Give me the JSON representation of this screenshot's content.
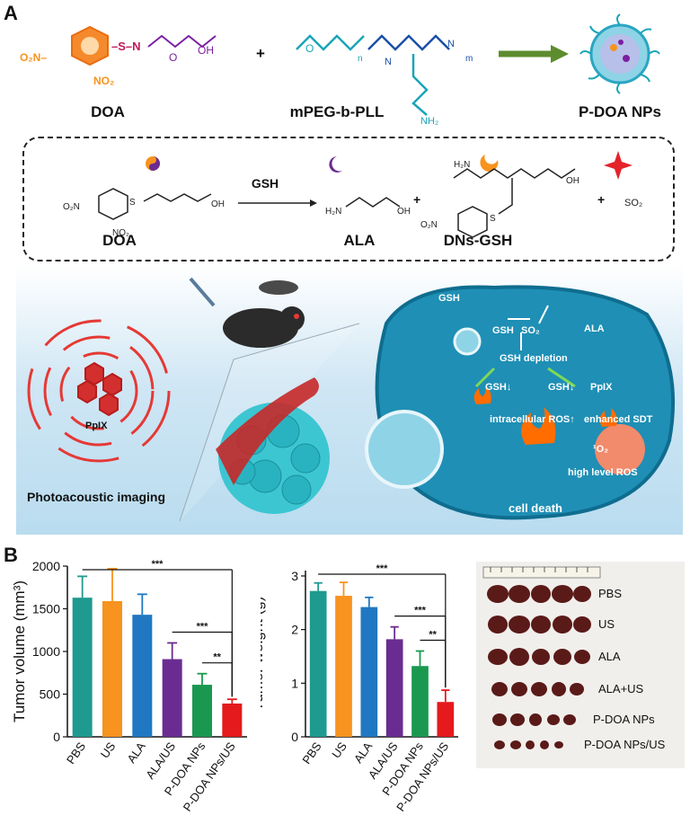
{
  "panel_a": {
    "letter": "A",
    "doa_label": "DOA",
    "plus": "+",
    "polymer_label": "mPEG-b-PLL",
    "nps_label": "P-DOA NPs",
    "scheme": {
      "reagent": "GSH",
      "doa": "DOA",
      "ala": "ALA",
      "dns_gsh": "DNs-GSH",
      "so2": "SO₂",
      "plus": "+"
    },
    "pa_label": "Photoacoustic imaging",
    "ppix_label": "PpIX",
    "cell_labels": {
      "gsh_top": "GSH",
      "gsh_so2_gsh": "GSH",
      "gsh_so2_so2": "SO₂",
      "ala": "ALA",
      "ppix": "PpIX",
      "gsh_depletion": "GSH depletion",
      "gsh_down_1": "GSH↓",
      "gsh_down_2": "GSH↓",
      "intracellular_ros": "intracellular ROS↑",
      "enhanced_sdt": "enhanced SDT",
      "singlet_o2": "¹O₂",
      "high_level_ros": "high level ROS",
      "cell_death": "cell death"
    }
  },
  "panel_b": {
    "letter": "B",
    "photo_rows": [
      "PBS",
      "US",
      "ALA",
      "ALA+US",
      "P-DOA NPs",
      "P-DOA NPs/US"
    ]
  },
  "chart_data": [
    {
      "type": "bar",
      "ylabel": "Tumor volume (mm³)",
      "categories": [
        "PBS",
        "US",
        "ALA",
        "ALA/US",
        "P-DOA NPs",
        "P-DOA NPs/US"
      ],
      "values": [
        1630,
        1590,
        1430,
        910,
        610,
        390
      ],
      "errors": [
        250,
        380,
        240,
        190,
        130,
        50
      ],
      "colors": [
        "#1f9a8f",
        "#f7931e",
        "#1f78c1",
        "#6a2c91",
        "#1a9850",
        "#e41a1c"
      ],
      "ylim": [
        0,
        2000
      ],
      "yticks": [
        0,
        500,
        1000,
        1500,
        2000
      ],
      "significance": [
        {
          "from": 0,
          "to": 5,
          "label": "***"
        },
        {
          "from": 3,
          "to": 5,
          "label": "***"
        },
        {
          "from": 4,
          "to": 5,
          "label": "**"
        }
      ]
    },
    {
      "type": "bar",
      "ylabel": "Tumor weight (g)",
      "categories": [
        "PBS",
        "US",
        "ALA",
        "ALA/US",
        "P-DOA NPs",
        "P-DOA NPs/US"
      ],
      "values": [
        2.72,
        2.63,
        2.42,
        1.82,
        1.32,
        0.65
      ],
      "errors": [
        0.15,
        0.25,
        0.18,
        0.23,
        0.28,
        0.22
      ],
      "colors": [
        "#1f9a8f",
        "#f7931e",
        "#1f78c1",
        "#6a2c91",
        "#1a9850",
        "#e41a1c"
      ],
      "ylim": [
        0,
        3.1
      ],
      "yticks": [
        0,
        1,
        2,
        3
      ],
      "significance": [
        {
          "from": 0,
          "to": 5,
          "label": "***"
        },
        {
          "from": 3,
          "to": 5,
          "label": "***"
        },
        {
          "from": 4,
          "to": 5,
          "label": "**"
        }
      ]
    }
  ]
}
